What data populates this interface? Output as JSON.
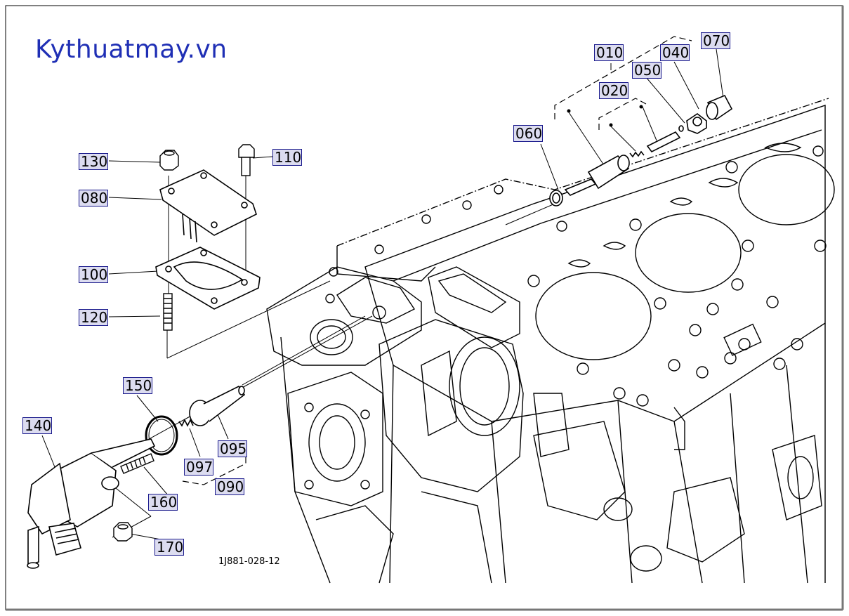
{
  "watermark": "Kythuatmay.vn",
  "drawing_code": "1J881-028-12",
  "callouts": {
    "p010": "010",
    "p020": "020",
    "p040": "040",
    "p050": "050",
    "p060": "060",
    "p070": "070",
    "p080": "080",
    "p090": "090",
    "p095": "095",
    "p097": "097",
    "p100": "100",
    "p110": "110",
    "p120": "120",
    "p130": "130",
    "p140": "140",
    "p150": "150",
    "p160": "160",
    "p170": "170"
  },
  "colors": {
    "watermark": "#1f2fb5",
    "callout_bg": "#dcdcf0",
    "callout_border": "#1a1a8c",
    "line": "#000000"
  }
}
